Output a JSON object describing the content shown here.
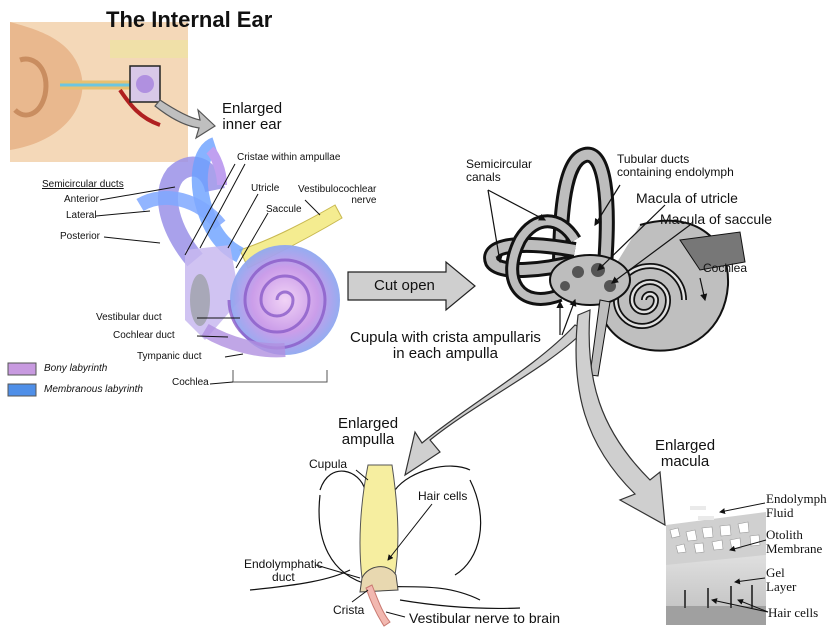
{
  "title": "The Internal Ear",
  "colors": {
    "bony": "#c89ae0",
    "membranous": "#4f8fe8",
    "cupula": "#f6eea0",
    "nerve": "#f2b8b0",
    "arrow": "#c8c8c8"
  },
  "left_panel": {
    "enlarged_inner_ear": [
      "Enlarged",
      "inner ear"
    ],
    "semicircular_ducts": "Semicircular ducts",
    "anterior": "Anterior",
    "lateral": "Lateral",
    "posterior": "Posterior",
    "cristae": "Cristae within ampullae",
    "utricle": "Utricle",
    "saccule": "Saccule",
    "vestibulocochlear": [
      "Vestibulocochlear",
      "nerve"
    ],
    "vestibular_duct": "Vestibular duct",
    "cochlear_duct": "Cochlear duct",
    "tympanic_duct": "Tympanic duct",
    "cochlea": "Cochlea",
    "legend_bony": "Bony labyrinth",
    "legend_membranous": "Membranous labyrinth"
  },
  "cut_open": "Cut open",
  "right_panel": {
    "semicircular_canals": [
      "Semicircular",
      "canals"
    ],
    "tubular_ducts": [
      "Tubular ducts",
      "containing endolymph"
    ],
    "macula_utricle": "Macula of utricle",
    "macula_saccule": "Macula of saccule",
    "cochlea": "Cochlea",
    "cupula_crista": [
      "Cupula with crista ampullaris",
      "in each ampulla"
    ]
  },
  "ampulla_panel": {
    "enlarged_ampulla": [
      "Enlarged",
      "ampulla"
    ],
    "cupula": "Cupula",
    "hair_cells": "Hair cells",
    "endolymphatic_duct": [
      "Endolymphatic",
      "duct"
    ],
    "crista": "Crista",
    "vestibular_nerve": "Vestibular nerve to brain"
  },
  "macula_panel": {
    "enlarged_macula": [
      "Enlarged",
      "macula"
    ],
    "endolymph_fluid": [
      "Endolymph",
      "Fluid"
    ],
    "otolith_membrane": [
      "Otolith",
      "Membrane"
    ],
    "gel_layer": [
      "Gel",
      "Layer"
    ],
    "hair_cells": "Hair cells"
  }
}
